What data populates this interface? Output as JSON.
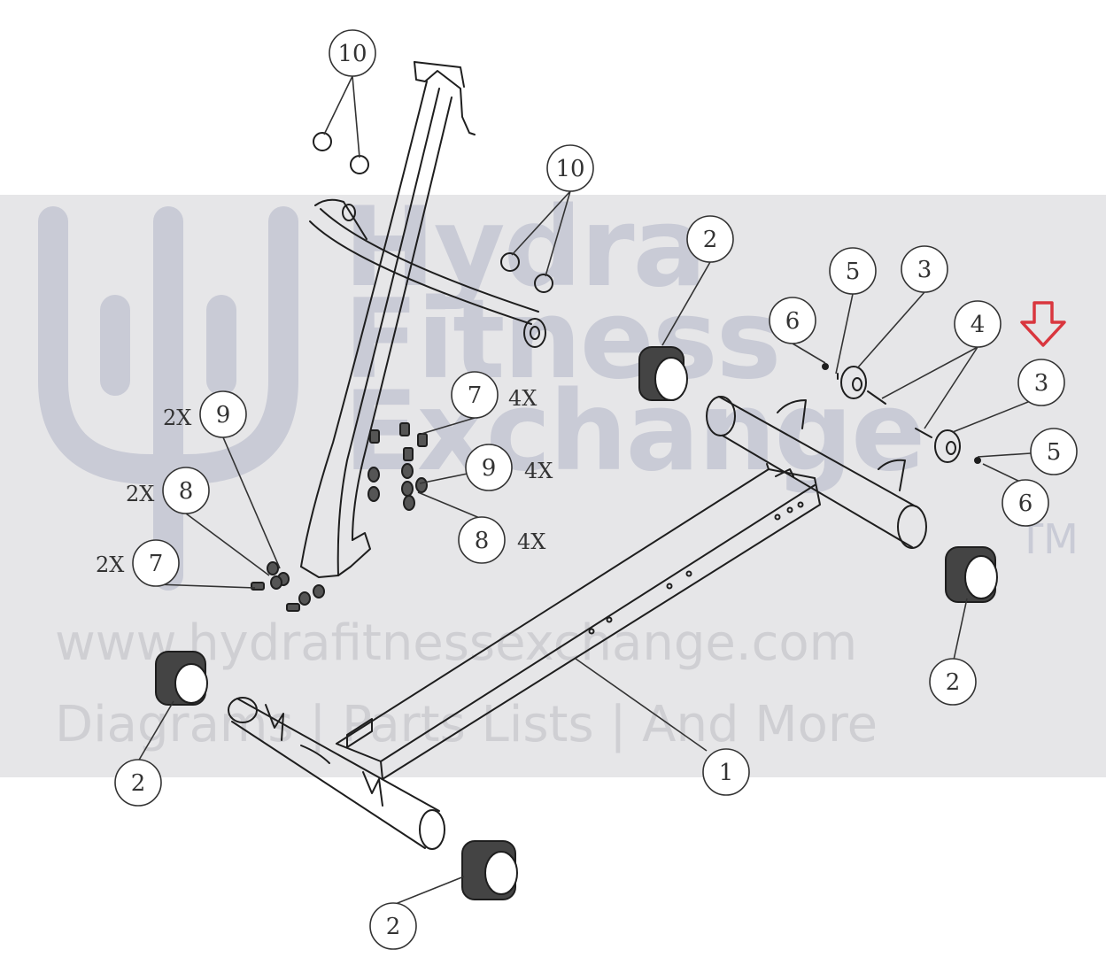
{
  "watermark": {
    "brand_line1": "Hydra",
    "brand_line2": "Fitness",
    "brand_line3": "Exchange",
    "trademark": "TM",
    "url": "www.hydrafitnessexchange.com",
    "tagline": "Diagrams | Parts Lists | And More",
    "band_color": "#e6e6e8",
    "brand_color": "#c9cbd6"
  },
  "callouts": {
    "c10a": "10",
    "c10b": "10",
    "c2a": "2",
    "c2b": "2",
    "c2c": "2",
    "c2d": "2",
    "c1": "1",
    "c6a": "6",
    "c5a": "5",
    "c3a": "3",
    "c4": "4",
    "c3b": "3",
    "c5b": "5",
    "c6b": "6",
    "c9a": "9",
    "c8a": "8",
    "c7a": "7",
    "c7b": "7",
    "c9b": "9",
    "c8b": "8"
  },
  "quantities": {
    "q9a": "2X",
    "q8a": "2X",
    "q7a": "2X",
    "q7b": "4X",
    "q9b": "4X",
    "q8b": "4X"
  },
  "highlight": {
    "icon": "down-arrow-icon",
    "color": "#d9363e"
  }
}
